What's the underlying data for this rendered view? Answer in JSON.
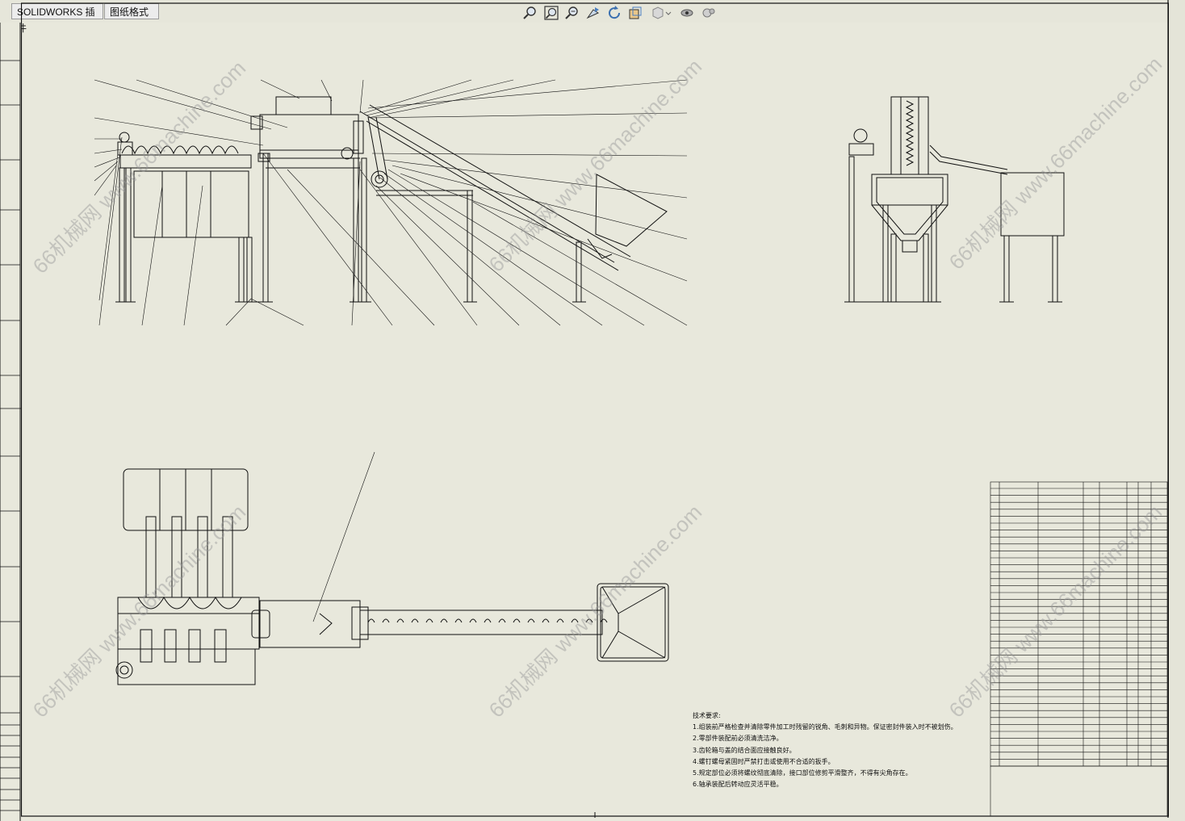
{
  "tabs": [
    {
      "label": "SOLIDWORKS 插件"
    },
    {
      "label": "图纸格式"
    }
  ],
  "toolbar": {
    "icons": [
      "zoom-to-fit-icon",
      "zoom-area-icon",
      "zoom-in-out-icon",
      "previous-view-icon",
      "rotate-icon",
      "section-view-icon",
      "display-style-icon",
      "hide-show-icon",
      "appearance-icon"
    ]
  },
  "watermark_text": "66机械网 www.66machine.com",
  "notes": {
    "title": "技术要求:",
    "items": [
      "1.组装前严格检查并清除零件加工时残留的锐角、毛刺和异物。保证密封件装入时不被划伤。",
      "2.零部件装配前必须清洗洁净。",
      "3.齿轮箱与盖的结合面应接触良好。",
      "4.螺钉螺母紧固时严禁打击或使用不合适的扳手。",
      "5.规定部位必须将螺纹彻底清除，接口部位修剪平滑整齐，不得有尖角存在。",
      "6.轴承装配后转动应灵活平稳。"
    ]
  },
  "colors": {
    "background": "#e8e8dc",
    "line": "#111111",
    "watermark": "#a0a0a0"
  }
}
